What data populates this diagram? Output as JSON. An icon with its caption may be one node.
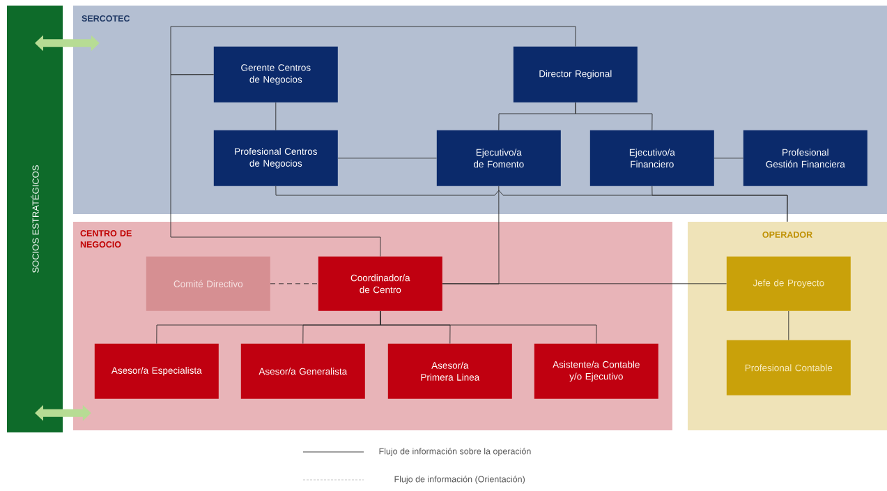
{
  "diagram": {
    "nodes": [
      {
        "text": [
          "SERCOTEC"
        ]
      },
      {
        "text": [
          "Gerente Centros de Negocios"
        ],
        "in": 0
      },
      {
        "text": [
          "Director Regional"
        ],
        "in": 0
      },
      {
        "text": [
          "Profesional Centros de Negocios"
        ],
        "in": 0
      },
      {
        "text": [
          "Ejecutivo/a de Fomento"
        ],
        "in": 0
      },
      {
        "text": [
          "Ejecutivo/a Financiero"
        ],
        "in": 0
      },
      {
        "text": [
          "Profesional Gestión Financiera"
        ],
        "in": 0
      },
      {
        "text": [
          "CENTRO DE NEGOCIO"
        ]
      },
      {
        "text": [
          "Comité Directivo"
        ],
        "in": 7
      },
      {
        "text": [
          "Coordinador/a de Centro"
        ],
        "in": 7
      },
      {
        "text": [
          "Asesor/a Especialista"
        ],
        "in": 7
      },
      {
        "text": [
          "Asesor/a Generalista"
        ],
        "in": 7
      },
      {
        "text": [
          "Asesor/a Primera Linea"
        ],
        "in": 7
      },
      {
        "text": [
          "Asistente/a Contable y/o Ejecutivo"
        ],
        "in": 7
      },
      {
        "text": [
          "OPERADOR"
        ]
      },
      {
        "text": [
          "Jefe de Proyecto"
        ],
        "in": 14
      },
      {
        "text": [
          "Profesional Contable"
        ],
        "in": 14
      },
      {
        "text": [
          "SOCIOS ESTRATÉGICOS"
        ]
      }
    ],
    "edges": [
      {
        "from": 17,
        "to": 0,
        "arrow": "both",
        "style": "thick",
        "color": "#b7dc94"
      },
      {
        "from": 17,
        "to": 7,
        "arrow": "both",
        "style": "thick",
        "color": "#b7dc94"
      },
      {
        "from": 1,
        "to": 2,
        "arrow": "none"
      },
      {
        "from": 1,
        "to": 9,
        "arrow": "none"
      },
      {
        "from": 1,
        "to": 3,
        "arrow": "none"
      },
      {
        "from": 3,
        "to": 4,
        "arrow": "none"
      },
      {
        "from": 2,
        "to": 4,
        "arrow": "none"
      },
      {
        "from": 2,
        "to": 5,
        "arrow": "none"
      },
      {
        "from": 5,
        "to": 6,
        "arrow": "none"
      },
      {
        "from": 3,
        "to": 14,
        "arrow": "none"
      },
      {
        "from": 5,
        "to": 14,
        "arrow": "none"
      },
      {
        "from": 9,
        "to": 4,
        "arrow": "none"
      },
      {
        "from": 9,
        "to": 15,
        "arrow": "none"
      },
      {
        "from": 8,
        "to": 9,
        "arrow": "none",
        "style": "dashed"
      },
      {
        "from": 9,
        "to": 10,
        "arrow": "none"
      },
      {
        "from": 9,
        "to": 11,
        "arrow": "none"
      },
      {
        "from": 9,
        "to": 12,
        "arrow": "none"
      },
      {
        "from": 9,
        "to": 13,
        "arrow": "none"
      },
      {
        "from": 15,
        "to": 16,
        "arrow": "none"
      }
    ],
    "legend": [
      {
        "text": "Flujo de información sobre la operación"
      },
      {
        "text": "Flujo de información (Orientación)"
      }
    ]
  }
}
